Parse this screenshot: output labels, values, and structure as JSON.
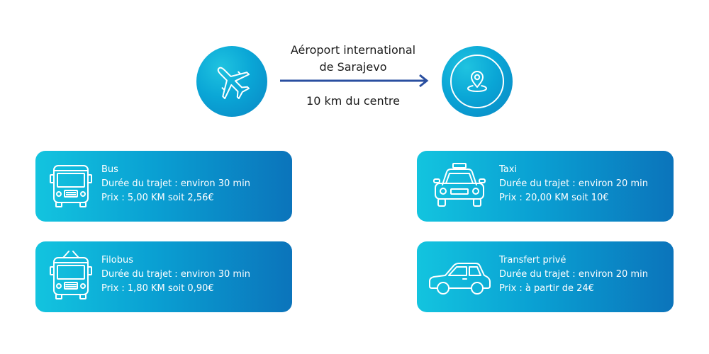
{
  "route": {
    "origin_lines": [
      "Aéroport international",
      "de Sarajevo"
    ],
    "distance": "10 km du centre",
    "origin_icon": "airplane-icon",
    "destination_icon": "location-pin-icon",
    "arrow_color": "#2a4fa0"
  },
  "colors": {
    "gradient_start": "#13c4df",
    "gradient_mid": "#0aa1d3",
    "gradient_end": "#0b74bb",
    "text_on_card": "#ffffff"
  },
  "options": [
    {
      "id": "bus",
      "icon": "bus-icon",
      "title": "Bus",
      "duration": "Durée du trajet : environ 30 min",
      "price": "Prix : 5,00 KM soit 2,56€"
    },
    {
      "id": "filobus",
      "icon": "trolleybus-icon",
      "title": "Filobus",
      "duration": "Durée du trajet : environ 30 min",
      "price": "Prix : 1,80 KM soit 0,90€"
    },
    {
      "id": "taxi",
      "icon": "taxi-icon",
      "title": "Taxi",
      "duration": "Durée du trajet : environ 20 min",
      "price": "Prix : 20,00 KM soit 10€"
    },
    {
      "id": "transfer",
      "icon": "car-icon",
      "title": "Transfert privé",
      "duration": "Durée du trajet : environ 20 min",
      "price": "Prix : à partir de 24€"
    }
  ]
}
